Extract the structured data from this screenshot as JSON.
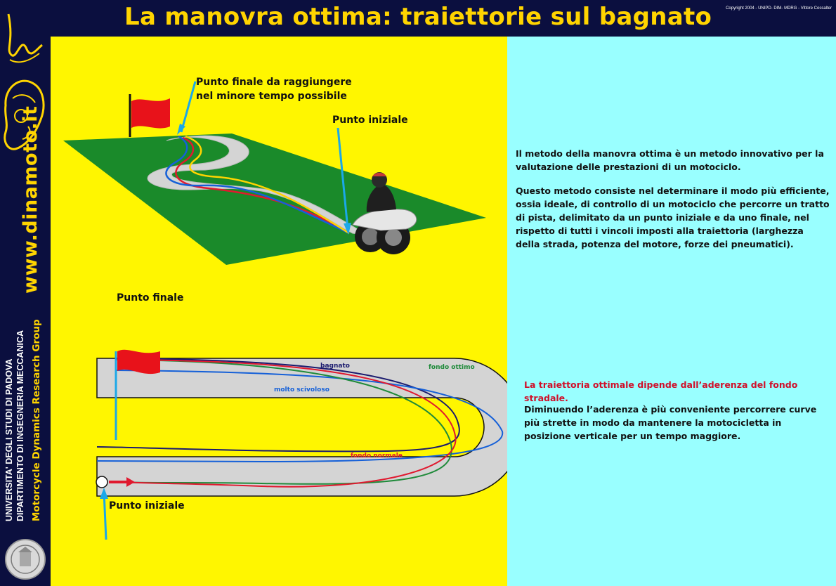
{
  "header": {
    "title": "La manovra ottima: traiettorie sul bagnato",
    "copyright": "Copyright 2004 - UNIPD- DIM- MDRG - Vittore Cossalter"
  },
  "sidebar": {
    "website": "www.dinamoto.it",
    "university": "UNIVERSITA' DEGLI STUDI DI PADOVA",
    "department": "DIPARTIMENTO DI INGEGNERIA MECCANICA",
    "group": "Motorcycle Dynamics Research Group"
  },
  "top_diagram": {
    "label_end_line1": "Punto finale da raggiungere",
    "label_end_line2": "nel minore tempo possibile",
    "label_start": "Punto iniziale"
  },
  "bottom_diagram": {
    "label_end": "Punto finale",
    "label_start": "Punto iniziale",
    "curves": [
      {
        "label": "bagnato",
        "color": "#1a1a6e"
      },
      {
        "label": "molto scivoloso",
        "color": "#1560d8"
      },
      {
        "label": "fondo ottimo",
        "color": "#1f8a3a"
      },
      {
        "label": "fondo normale",
        "color": "#e0192f"
      }
    ]
  },
  "text": {
    "intro": "Il metodo della manovra ottima è un metodo innovativo per la valutazione delle prestazioni di un motociclo.",
    "method": "Questo metodo consiste nel determinare il modo più efficiente, ossia ideale, di controllo di un motociclo che percorre un tratto di pista, delimitato da un punto iniziale e da uno finale, nel rispetto di tutti i vincoli imposti alla traiettoria (larghezza della strada, potenza del motore, forze dei pneumatici).",
    "highlight": "La traiettoria ottimale dipende dall’aderenza del fondo stradale.",
    "conclusion": "Diminuendo l’aderenza è più conveniente percorrere curve più strette in modo da mantenere la motocicletta in posizione verticale per un tempo maggiore."
  },
  "colors": {
    "background": "#0b0f3f",
    "title": "#ffd400",
    "left_panel": "#fff600",
    "right_panel": "#99ffff",
    "highlight_text": "#d0102a",
    "flag": "#e8121a",
    "grass": "#1a8a2a",
    "track": "#d4d4d4"
  }
}
